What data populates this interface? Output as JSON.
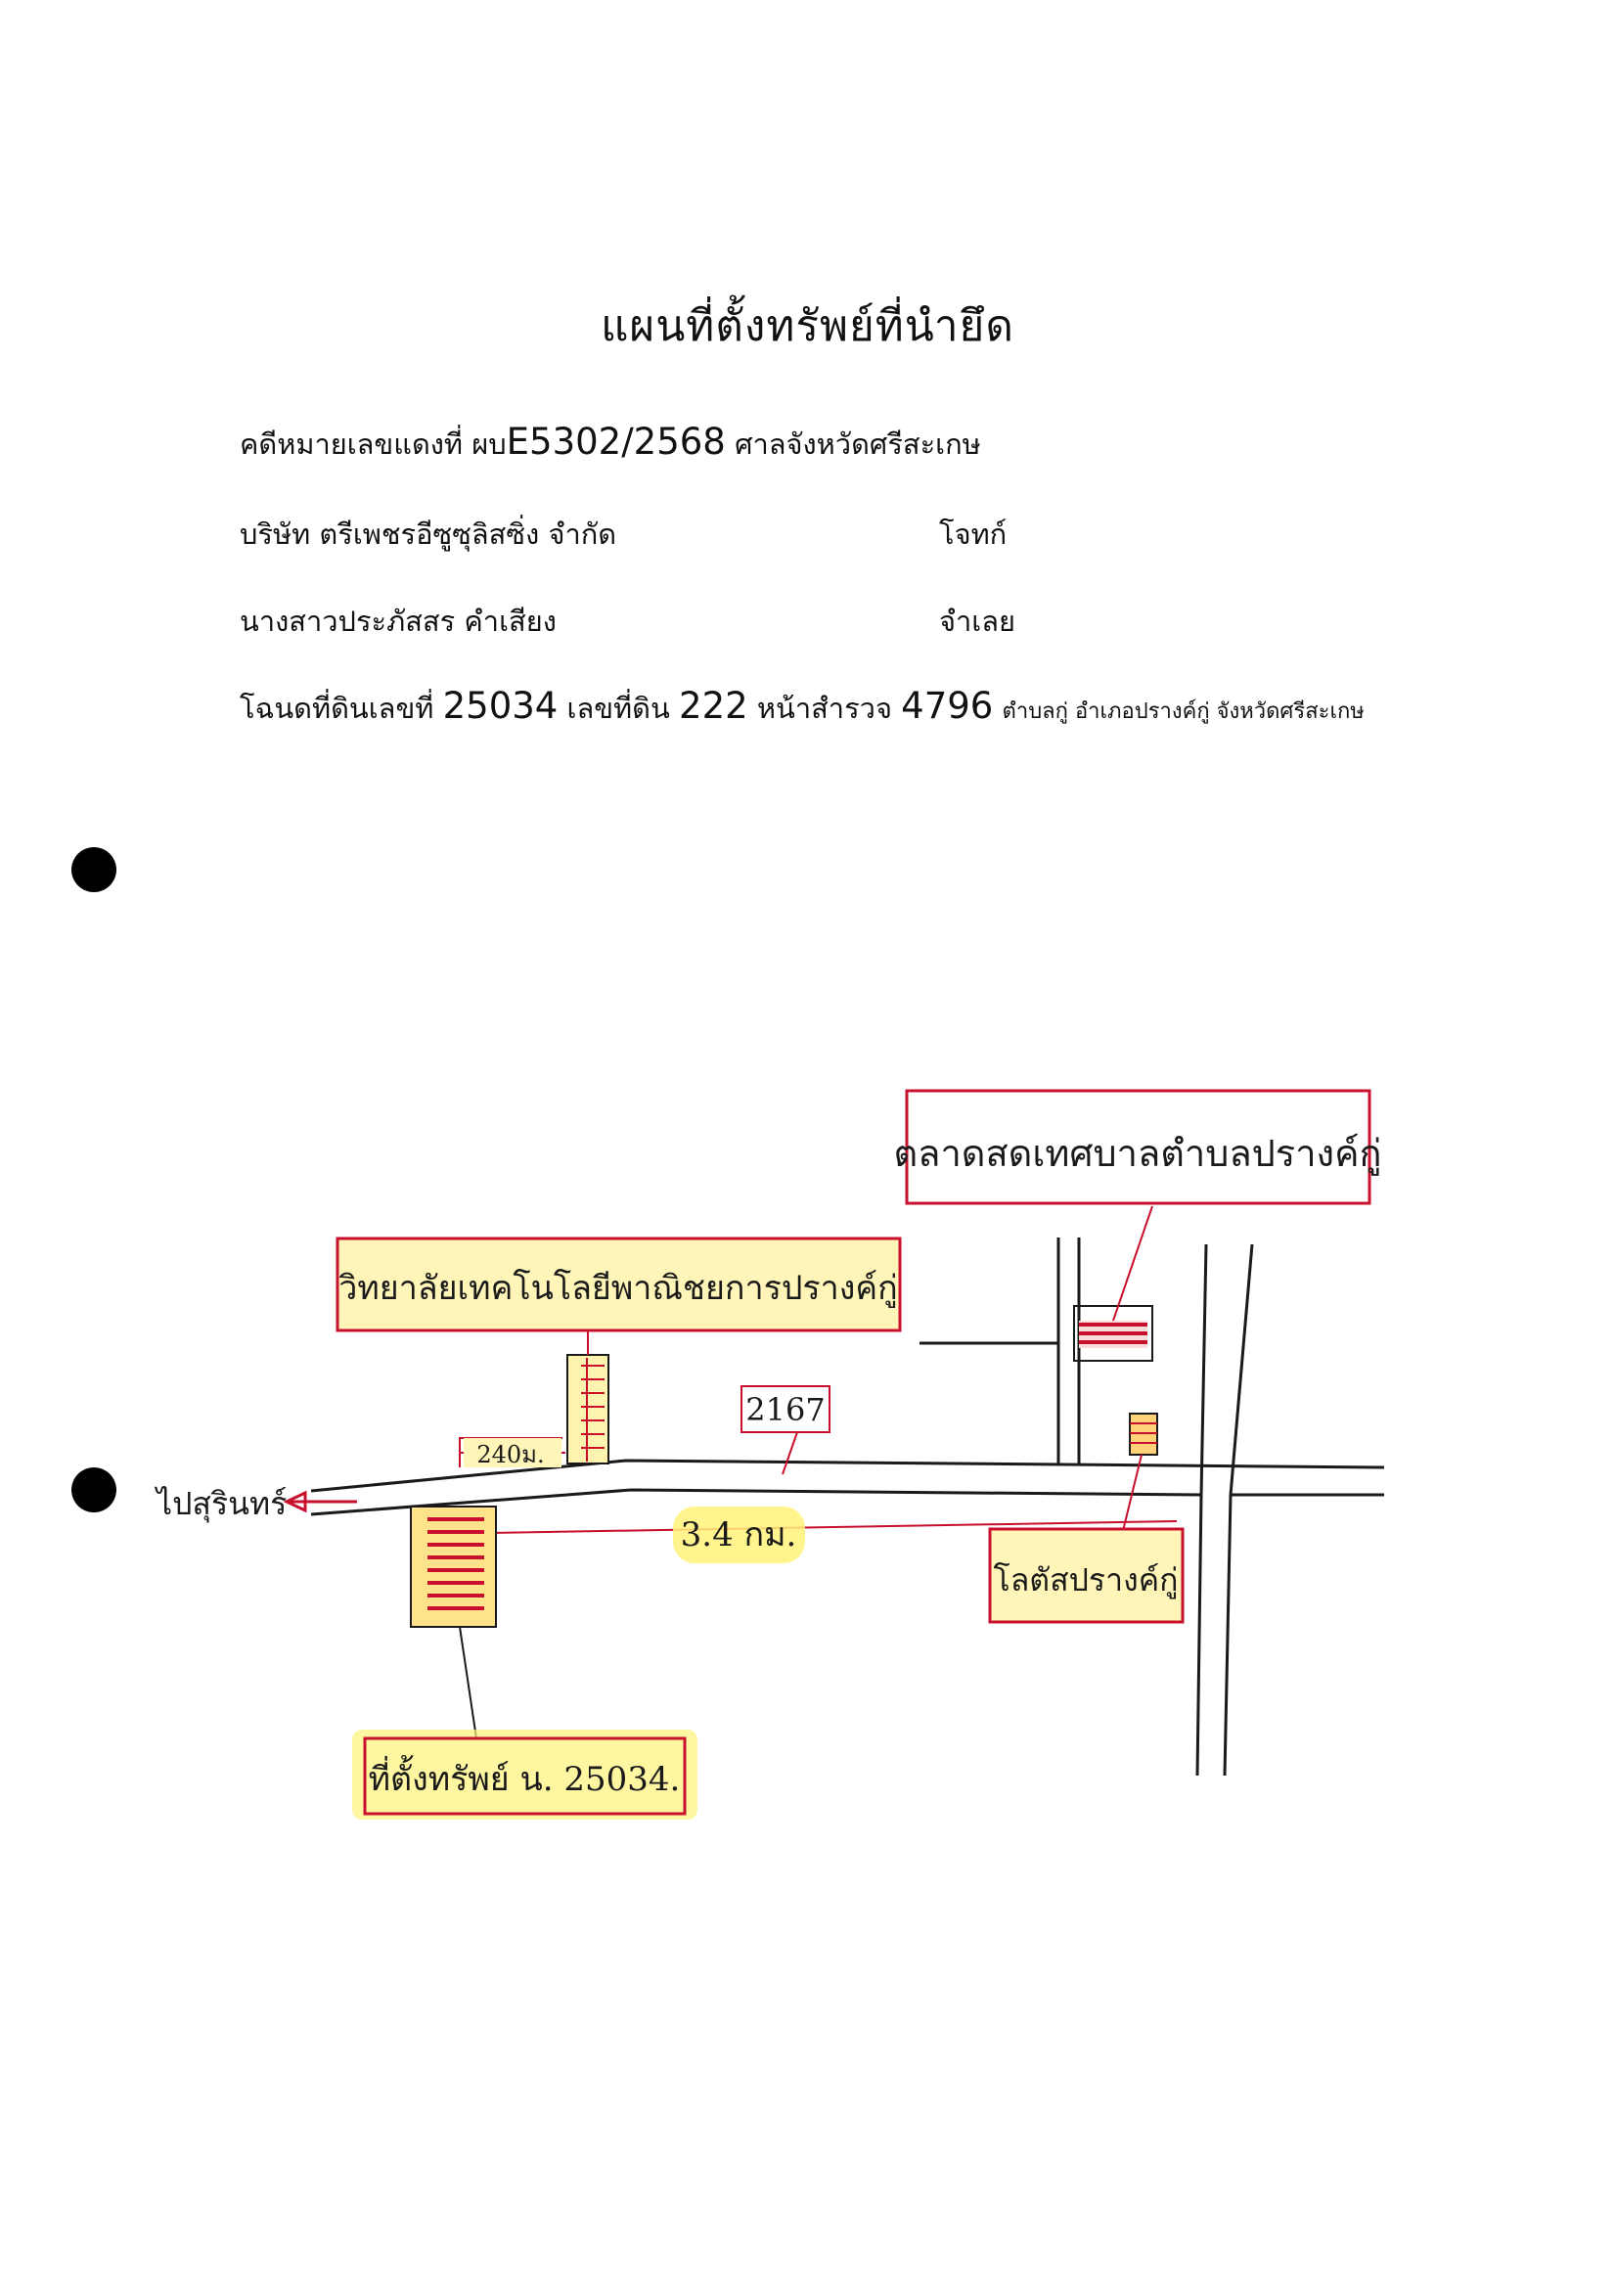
{
  "header": {
    "title": "แผนที่ตั้งทรัพย์ที่นำยึด",
    "case_label": "คดีหมายเลขแดงที่ ผบ",
    "case_number": "E5302/2568",
    "court": "ศาลจังหวัดศรีสะเกษ",
    "plaintiff_name": "บริษัท ตรีเพชรอีซูซุลิสซิ่ง จำกัด",
    "plaintiff_role": "โจทก์",
    "defendant_name": "นางสาวประภัสสร คำเสียง",
    "defendant_role": "จำเลย",
    "deed_label": "โฉนดที่ดินเลขที่",
    "deed_number": "25034",
    "land_no_label": "เลขที่ดิน",
    "land_no": "222",
    "survey_label": "หน้าสำรวจ",
    "survey_no": "4796",
    "location": "ตำบลกู่ อำเภอปรางค์กู่ จังหวัดศรีสะเกษ"
  },
  "map": {
    "label_market": "ตลาดสดเทศบาลตำบลปรางค์กู่",
    "label_college": "วิทยาลัยเทคโนโลยีพาณิชยการปรางค์กู่",
    "label_road_no": "2167",
    "label_dist_college": "240ม.",
    "label_direction": "ไปสุรินทร์",
    "label_distance": "3.4 กม.",
    "label_lotus": "โลตัสปรางค์กู่",
    "label_property": "ที่ตั้งทรัพย์ น. 25034.",
    "colors": {
      "ink": "#1a1a1a",
      "red": "#c8102e",
      "highlight": "#fff27a"
    }
  }
}
